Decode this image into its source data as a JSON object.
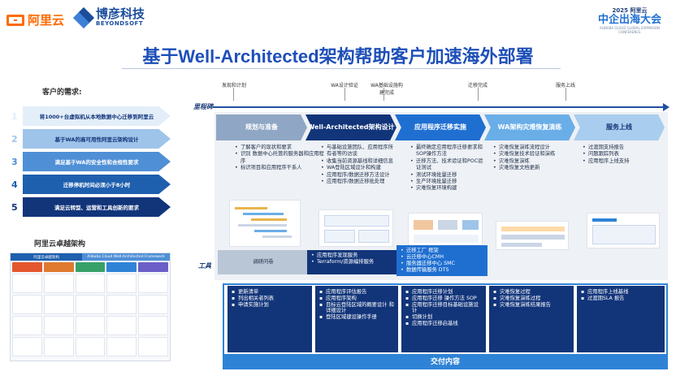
{
  "header": {
    "aliyun_logo": "阿里云",
    "partner_logo": "博彦科技",
    "partner_logo_en": "BEYONDSOFT",
    "event_year": "2025 阿里云",
    "event_name": "中企出海大会",
    "event_sub": "ALIBABA CLOUD GLOBAL EXPANSION CONFERENCE"
  },
  "title": "基于Well-Architected架构帮助客户加速海外部署",
  "needs": {
    "title": "客户的需求:",
    "items": [
      {
        "num": "1",
        "text": "将1000+台虚拟机从本地数据中心迁移到阿里云"
      },
      {
        "num": "2",
        "text": "基于WA的高可用性阿里云架构设计"
      },
      {
        "num": "3",
        "text": "满足基于WA的安全性和合规性要求"
      },
      {
        "num": "4",
        "text": "迁移停机时间必须小于8小时"
      },
      {
        "num": "5",
        "text": "满足云转型、运营和工具创新的要求"
      }
    ],
    "colors": [
      "#e3eef9",
      "#9fc4ea",
      "#4f8fd6",
      "#1e5fae",
      "#12357a"
    ]
  },
  "architecture": {
    "title": "阿里云卓越架构",
    "header_left": "阿里云卓越架构",
    "header_right": "Alibaba Cloud Well-Architected Framework"
  },
  "timeline": {
    "axis_label": "里程碑",
    "milestones": [
      "发现和计划",
      "WA设计验证",
      "WA基础设施构建完成",
      "迁移完成",
      "服务上线"
    ]
  },
  "phases": [
    {
      "label": "规划与准备",
      "color": "#8fa7c4",
      "tasks": [
        "了解客户的现状和要求",
        "识别 数据中心托管的服务器和应用程序",
        "标识项目和应用程序干系人"
      ]
    },
    {
      "label": "Well-Architected架构设计",
      "color": "#12357a",
      "tasks": [
        "与基础设施团队、应用程序所有者等的访谈",
        "收集当前资源基线和详细信息",
        "WA登陆区域设计和构建",
        "应用程序/数据迁移方法设计",
        "应用程序/数据迁移批处理"
      ]
    },
    {
      "label": "应用程序迁移实施",
      "color": "#1f6fd1",
      "tasks": [
        "最终确定应用程序迁移要求和 SOP操作方法",
        "迁移方法、技术验证和POC验证测试",
        "测试环境批量迁移",
        "生产环境批量迁移",
        "灾难恢复环境构建"
      ]
    },
    {
      "label": "WA架构灾难恢复演练",
      "color": "#6aaee8",
      "tasks": [
        "灾难恢复演练流程设计",
        "灾难恢复技术验证和演练",
        "灾难恢复演练",
        "灾难恢复文档更新"
      ]
    },
    {
      "label": "服务上线",
      "color": "#a9cdee",
      "tasks": [
        "过渡期支持报告",
        "问题跟踪列表",
        "应用程序上线支持"
      ]
    }
  ],
  "tools": {
    "label": "工具",
    "groups": [
      [
        "调研问卷"
      ],
      [
        "应用程序发现服务",
        "Terraform/资源编排服务"
      ],
      [
        "迁移工厂 框架",
        "云迁移中心CMH",
        "服务器迁移中心 SMC",
        "数据传输服务 DTS"
      ]
    ]
  },
  "deliverables": {
    "title": "交付内容",
    "groups": [
      [
        "更新清单",
        "列出相关者列表",
        "申请实施计划"
      ],
      [
        "应用程序评估报告",
        "应用程序架构",
        "目标云登陆区域的概要设计 和详细设计",
        "登陆区域建设操作手册"
      ],
      [
        "应用程序迁移计划",
        "应用程序迁移 操作方法 SOP",
        "应用程序迁移目标基础设施设计",
        "切换计划",
        "应用程序迁移启基线"
      ],
      [
        "灾难恢复过程",
        "灾难恢复演练过程",
        "灾难恢复演练结果报告"
      ],
      [
        "应用程序上线基线",
        "过渡期SLA 报告"
      ]
    ]
  }
}
